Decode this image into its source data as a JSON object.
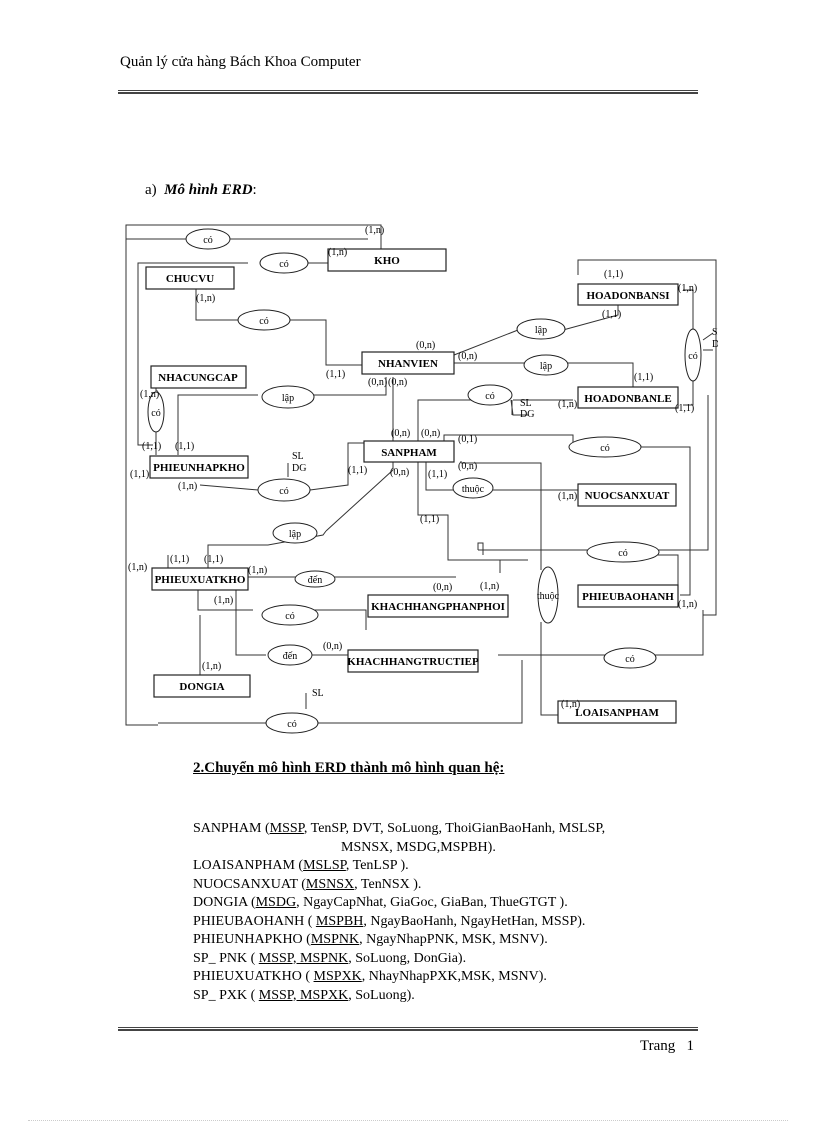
{
  "header": {
    "title": "Quản lý cửa hàng Bách Khoa Computer"
  },
  "section_a": {
    "label": "a)",
    "title": "Mô hình ERD",
    "suffix": ":"
  },
  "erd": {
    "entities": {
      "kho": "KHO",
      "chucvu": "CHUCVU",
      "hoadonbansi": "HOADONBANSI",
      "nhanvien": "NHANVIEN",
      "nhacungcap": "NHACUNGCAP",
      "hoadonbanle": "HOADONBANLE",
      "sanpham": "SANPHAM",
      "phieunhapkho": "PHIEUNHAPKHO",
      "nuocsanxuat": "NUOCSANXUAT",
      "phieuxuatkho": "PHIEUXUATKHO",
      "khachhangphanphoi": "KHACHHANGPHANPHOI",
      "phieubaohanh": "PHIEUBAOHANH",
      "khachhangtructiep": "KHACHHANGTRUCTIEP",
      "dongia": "DONGIA",
      "loaisanpham": "LOAISANPHAM"
    },
    "relationships": {
      "co": "có",
      "lap": "lập",
      "thuoc": "thuộc",
      "den": "đến"
    },
    "attributes": {
      "sl": "SL",
      "dg": "DG"
    },
    "cardinalities": {
      "c11": "(1,1)",
      "c1n": "(1,n)",
      "c0n": "(0,n)",
      "c01": "(0,1)"
    }
  },
  "section_2": {
    "title": "2.Chuyển mô hình ERD thành mô hình quan hệ:"
  },
  "relations": [
    {
      "name": "SANPHAM (",
      "key": "MSSP",
      "rest": ", TenSP, DVT, SoLuong, ThoiGianBaoHanh, MSLSP,"
    },
    {
      "name": "",
      "key": "",
      "rest": "MSNSX, MSDG,MSPBH)."
    },
    {
      "name": "LOAISANPHAM (",
      "key": "MSLSP",
      "rest": ", TenLSP )."
    },
    {
      "name": "NUOCSANXUAT (",
      "key": "MSNSX",
      "rest": ", TenNSX )."
    },
    {
      "name": "DONGIA (",
      "key": "MSDG",
      "rest": ", NgayCapNhat, GiaGoc, GiaBan, ThueGTGT )."
    },
    {
      "name": "PHIEUBAOHANH ( ",
      "key": "MSPBH",
      "rest": ", NgayBaoHanh, NgayHetHan, MSSP)."
    },
    {
      "name": "PHIEUNHAPKHO (",
      "key": "MSPNK",
      "rest": ", NgayNhapPNK, MSK, MSNV)."
    },
    {
      "name": "SP_ PNK ( ",
      "key": "MSSP, MSPNK",
      "rest": ", SoLuong, DonGia)."
    },
    {
      "name": "PHIEUXUATKHO ( ",
      "key": "MSPXK",
      "rest": ", NhayNhapPXK,MSK, MSNV)."
    },
    {
      "name": "SP_ PXK ( ",
      "key": "MSSP, MSPXK",
      "rest": ", SoLuong)."
    }
  ],
  "footer": {
    "page_label": "Trang",
    "page_number": "1"
  }
}
